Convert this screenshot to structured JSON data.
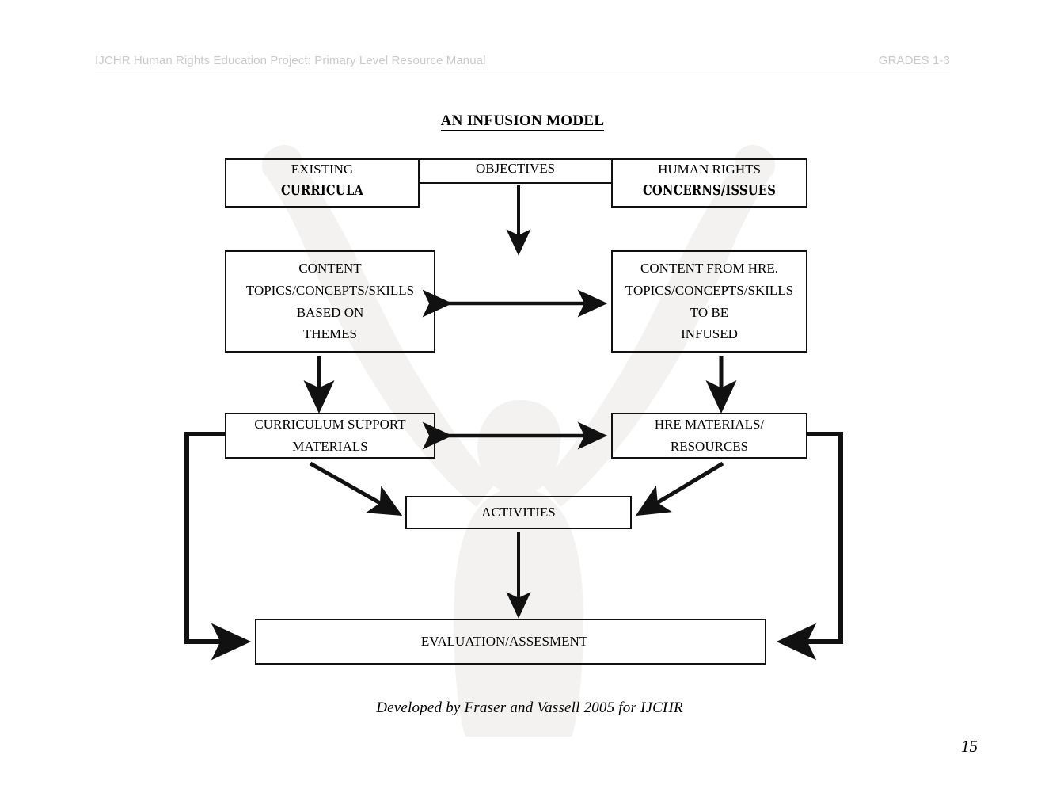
{
  "header": {
    "left_text": "IJCHR Human Rights Education Project: Primary Level Resource Manual",
    "right_text": "GRADES 1-3"
  },
  "title": "AN INFUSION MODEL",
  "diagram": {
    "top_row": {
      "left": {
        "line1": "EXISTING",
        "line2": "CURRICULA"
      },
      "middle": {
        "line1": "OBJECTIVES"
      },
      "right": {
        "line1": "HUMAN RIGHTS",
        "line2": "CONCERNS/ISSUES"
      }
    },
    "content_left": {
      "line1": "CONTENT",
      "line2": "TOPICS/CONCEPTS/SKILLS",
      "line3": "BASED ON",
      "line4": "THEMES"
    },
    "content_right": {
      "line1": "CONTENT FROM HRE.",
      "line2": "TOPICS/CONCEPTS/SKILLS",
      "line3": "TO BE",
      "line4": "INFUSED"
    },
    "support_left": {
      "line1": "CURRICULUM SUPPORT",
      "line2": "MATERIALS"
    },
    "support_right": {
      "line1": "HRE   MATERIALS/",
      "line2": "RESOURCES"
    },
    "activities": "ACTIVITIES",
    "evaluation": "EVALUATION/ASSESMENT"
  },
  "credit": "Developed by Fraser and Vassell 2005 for IJCHR",
  "page_number": "15",
  "colors": {
    "ink": "#111111",
    "header_gray": "#c9c9c9",
    "rule_gray": "#d8d8d8",
    "watermark_gray": "#f2f1f0"
  }
}
